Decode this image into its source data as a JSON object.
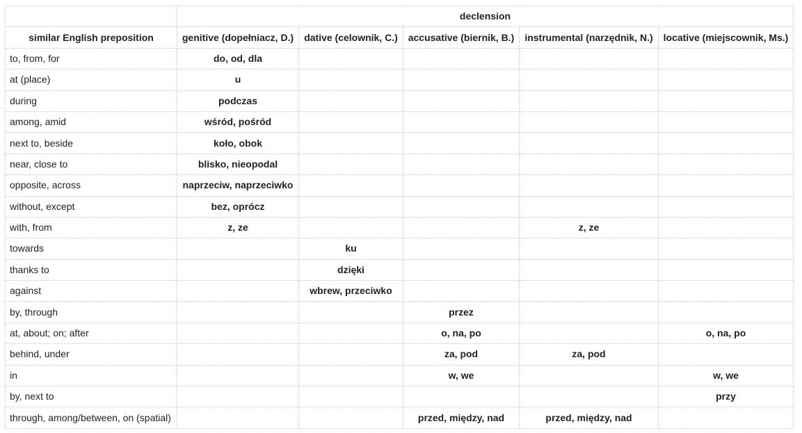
{
  "header": {
    "group_label": "declension",
    "columns": [
      "similar English preposition",
      "genitive (dopełniacz, D.)",
      "dative (celownik, C.)",
      "accusative (biernik, B.)",
      "instrumental (narzędnik, N.)",
      "locative (miejscownik, Ms.)"
    ]
  },
  "rows": [
    [
      "to, from, for",
      "do, od, dla",
      "",
      "",
      "",
      ""
    ],
    [
      "at (place)",
      "u",
      "",
      "",
      "",
      ""
    ],
    [
      "during",
      "podczas",
      "",
      "",
      "",
      ""
    ],
    [
      "among, amid",
      "wśród, pośród",
      "",
      "",
      "",
      ""
    ],
    [
      "next to, beside",
      "koło, obok",
      "",
      "",
      "",
      ""
    ],
    [
      "near, close to",
      "blisko, nieopodal",
      "",
      "",
      "",
      ""
    ],
    [
      "opposite, across",
      "naprzeciw, naprzeciwko",
      "",
      "",
      "",
      ""
    ],
    [
      "without, except",
      "bez, oprócz",
      "",
      "",
      "",
      ""
    ],
    [
      "with, from",
      "z, ze",
      "",
      "",
      "z, ze",
      ""
    ],
    [
      "towards",
      "",
      "ku",
      "",
      "",
      ""
    ],
    [
      "thanks to",
      "",
      "dzięki",
      "",
      "",
      ""
    ],
    [
      "against",
      "",
      "wbrew, przeciwko",
      "",
      "",
      ""
    ],
    [
      "by, through",
      "",
      "",
      "przez",
      "",
      ""
    ],
    [
      "at, about; on; after",
      "",
      "",
      "o, na, po",
      "",
      "o, na, po"
    ],
    [
      "behind, under",
      "",
      "",
      "za, pod",
      "za, pod",
      ""
    ],
    [
      "in",
      "",
      "",
      "w, we",
      "",
      "w, we"
    ],
    [
      "by, next to",
      "",
      "",
      "",
      "",
      "przy"
    ],
    [
      "through, among/between, on (spatial)",
      "",
      "",
      "przed, między, nad",
      "przed, między, nad",
      ""
    ]
  ]
}
